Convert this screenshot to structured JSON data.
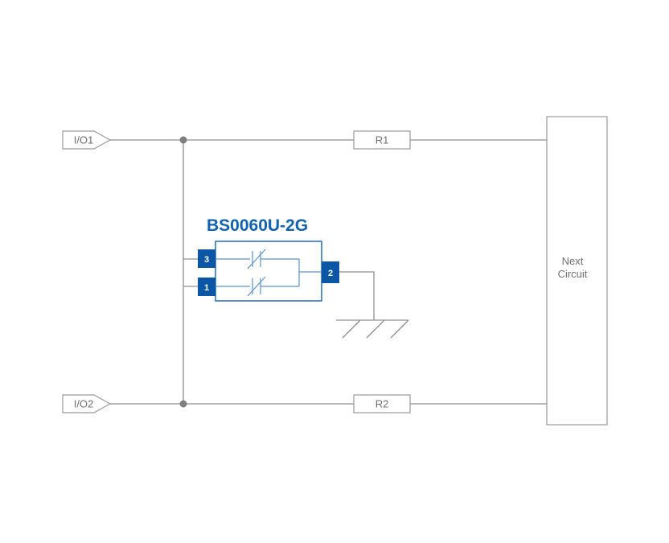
{
  "labels": {
    "io1": "I/O1",
    "io2": "I/O2",
    "r1": "R1",
    "r2": "R2",
    "next_circuit_line1": "Next",
    "next_circuit_line2": "Circuit",
    "component": "BS0060U-2G",
    "pin3": "3",
    "pin1": "1",
    "pin2": "2"
  },
  "colors": {
    "wire_gray": "#8f8f8f",
    "box_stroke_gray": "#9a9a9a",
    "text_gray": "#6e6e6e",
    "component_blue": "#1062b3",
    "internal_blue": "#5b93cf",
    "pin_fill_blue": "#0b57a5",
    "junction_dot_gray": "#7f7f7f",
    "background": "#ffffff"
  }
}
